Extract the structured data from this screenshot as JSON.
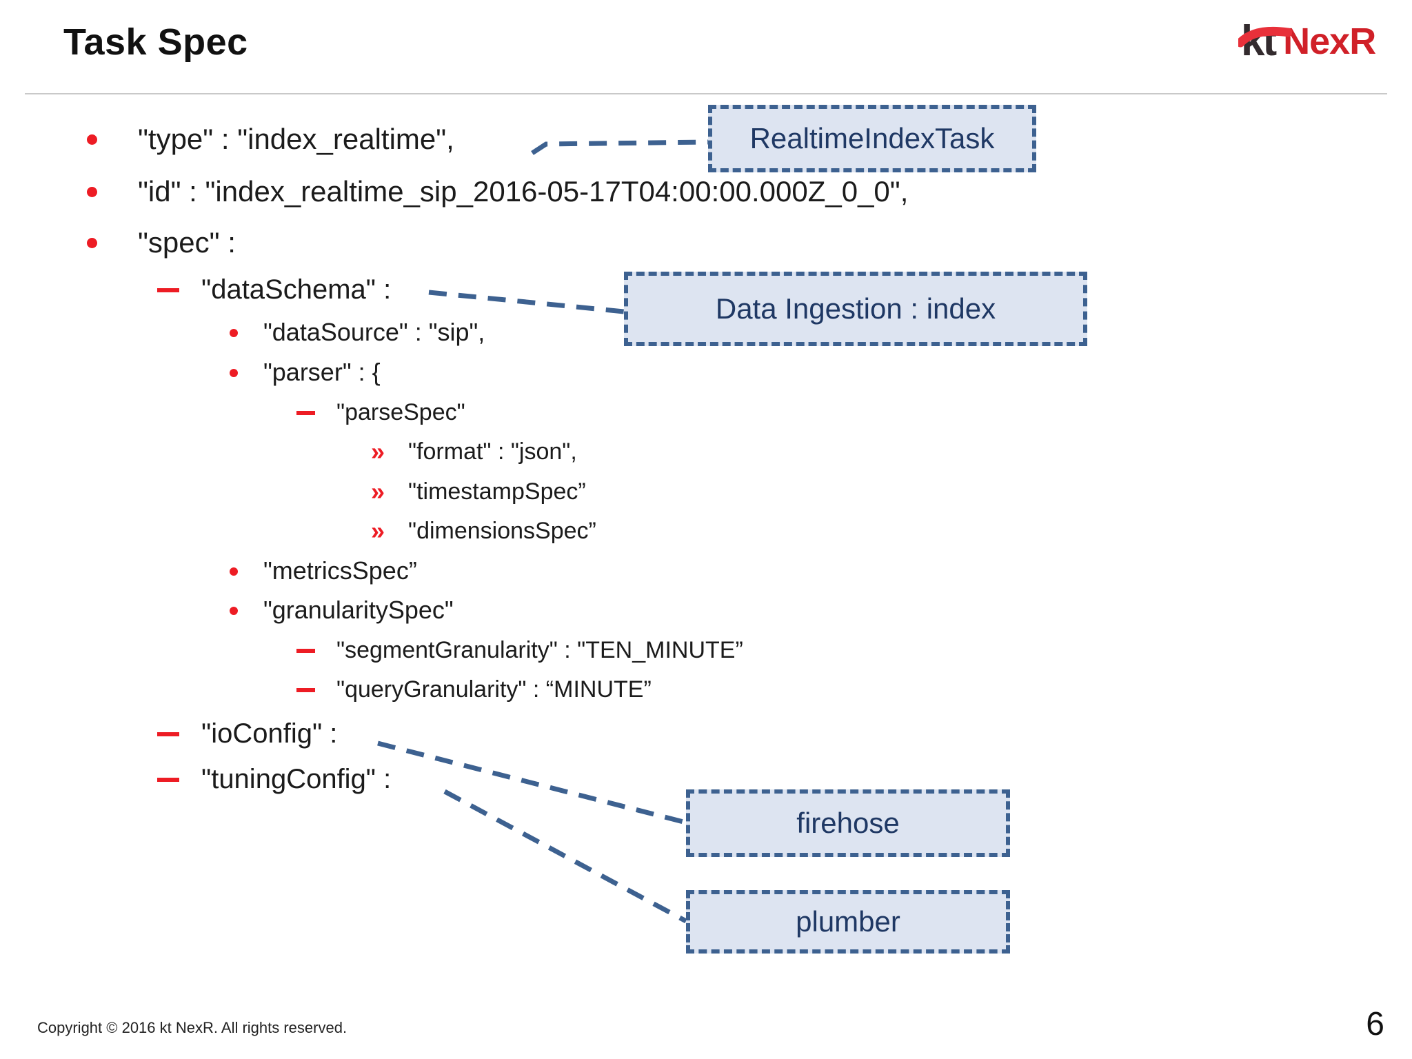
{
  "slide": {
    "title": "Task Spec",
    "page_number": "6",
    "copyright": "Copyright © 2016 kt NexR. All rights reserved."
  },
  "logo": {
    "kt": "kt",
    "nexr": "NexR"
  },
  "bullets": {
    "chevron": "»"
  },
  "content": {
    "lines": [
      "\"type\" : \"index_realtime\",",
      "\"id\" : \"index_realtime_sip_2016-05-17T04:00:00.000Z_0_0\",",
      "\"spec\" :",
      "\"dataSchema\" :",
      "\"dataSource\" : \"sip\",",
      "\"parser\" : {",
      "\"parseSpec\"",
      "\"timestampSpec”",
      "\"format\" : \"json\",",
      "\"dimensionsSpec”",
      "\"metricsSpec”",
      "\"granularitySpec\"",
      "\"segmentGranularity\" : \"TEN_MINUTE”",
      "\"queryGranularity\" : “MINUTE”",
      "\"ioConfig\" :",
      "\"tuningConfig\" :"
    ]
  },
  "callouts": {
    "realtime_index_task": "RealtimeIndexTask",
    "data_ingestion": "Data Ingestion : index",
    "firehose": "firehose",
    "plumber": "plumber"
  },
  "colors": {
    "bullet_red": "#ed1c24",
    "callout_fill": "#dde4f1",
    "callout_border": "#3d6190",
    "callout_text": "#1f3864",
    "logo_red": "#d02028",
    "logo_dark": "#332b2e",
    "divider_gray": "#c9c9c9"
  }
}
